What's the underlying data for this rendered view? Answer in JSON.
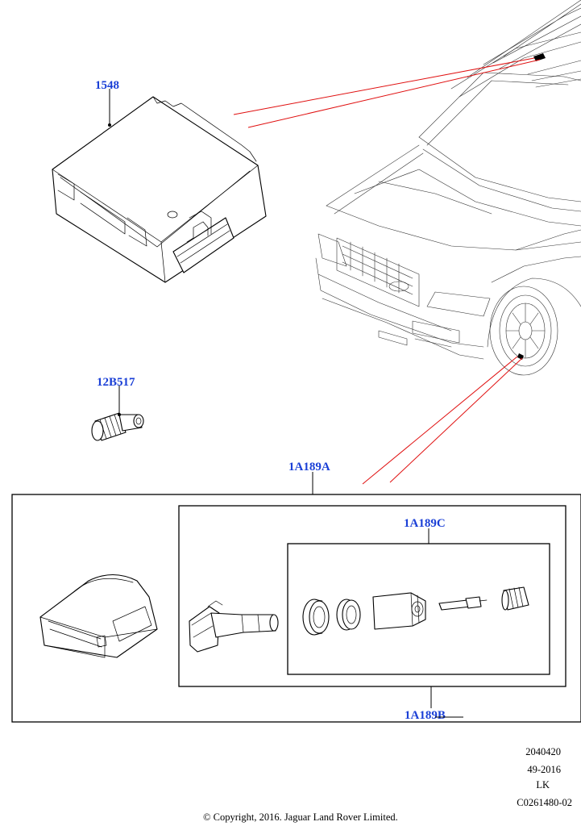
{
  "parts": {
    "module": {
      "label": "1548"
    },
    "valve_cap": {
      "label": "12B517"
    },
    "sensor_kit": {
      "label": "1A189A"
    },
    "service_kit": {
      "label": "1A189C"
    },
    "sensor_assembly": {
      "label": "1A189B"
    }
  },
  "info_block": {
    "line1": "2040420",
    "line2": "49-2016",
    "line3": "LK",
    "line4": "C0261480-02"
  },
  "copyright": "© Copyright, 2016. Jaguar Land Rover Limited.",
  "colors": {
    "label": "#1a3fd6",
    "callout_line": "#e01010",
    "linework": "#000000"
  }
}
